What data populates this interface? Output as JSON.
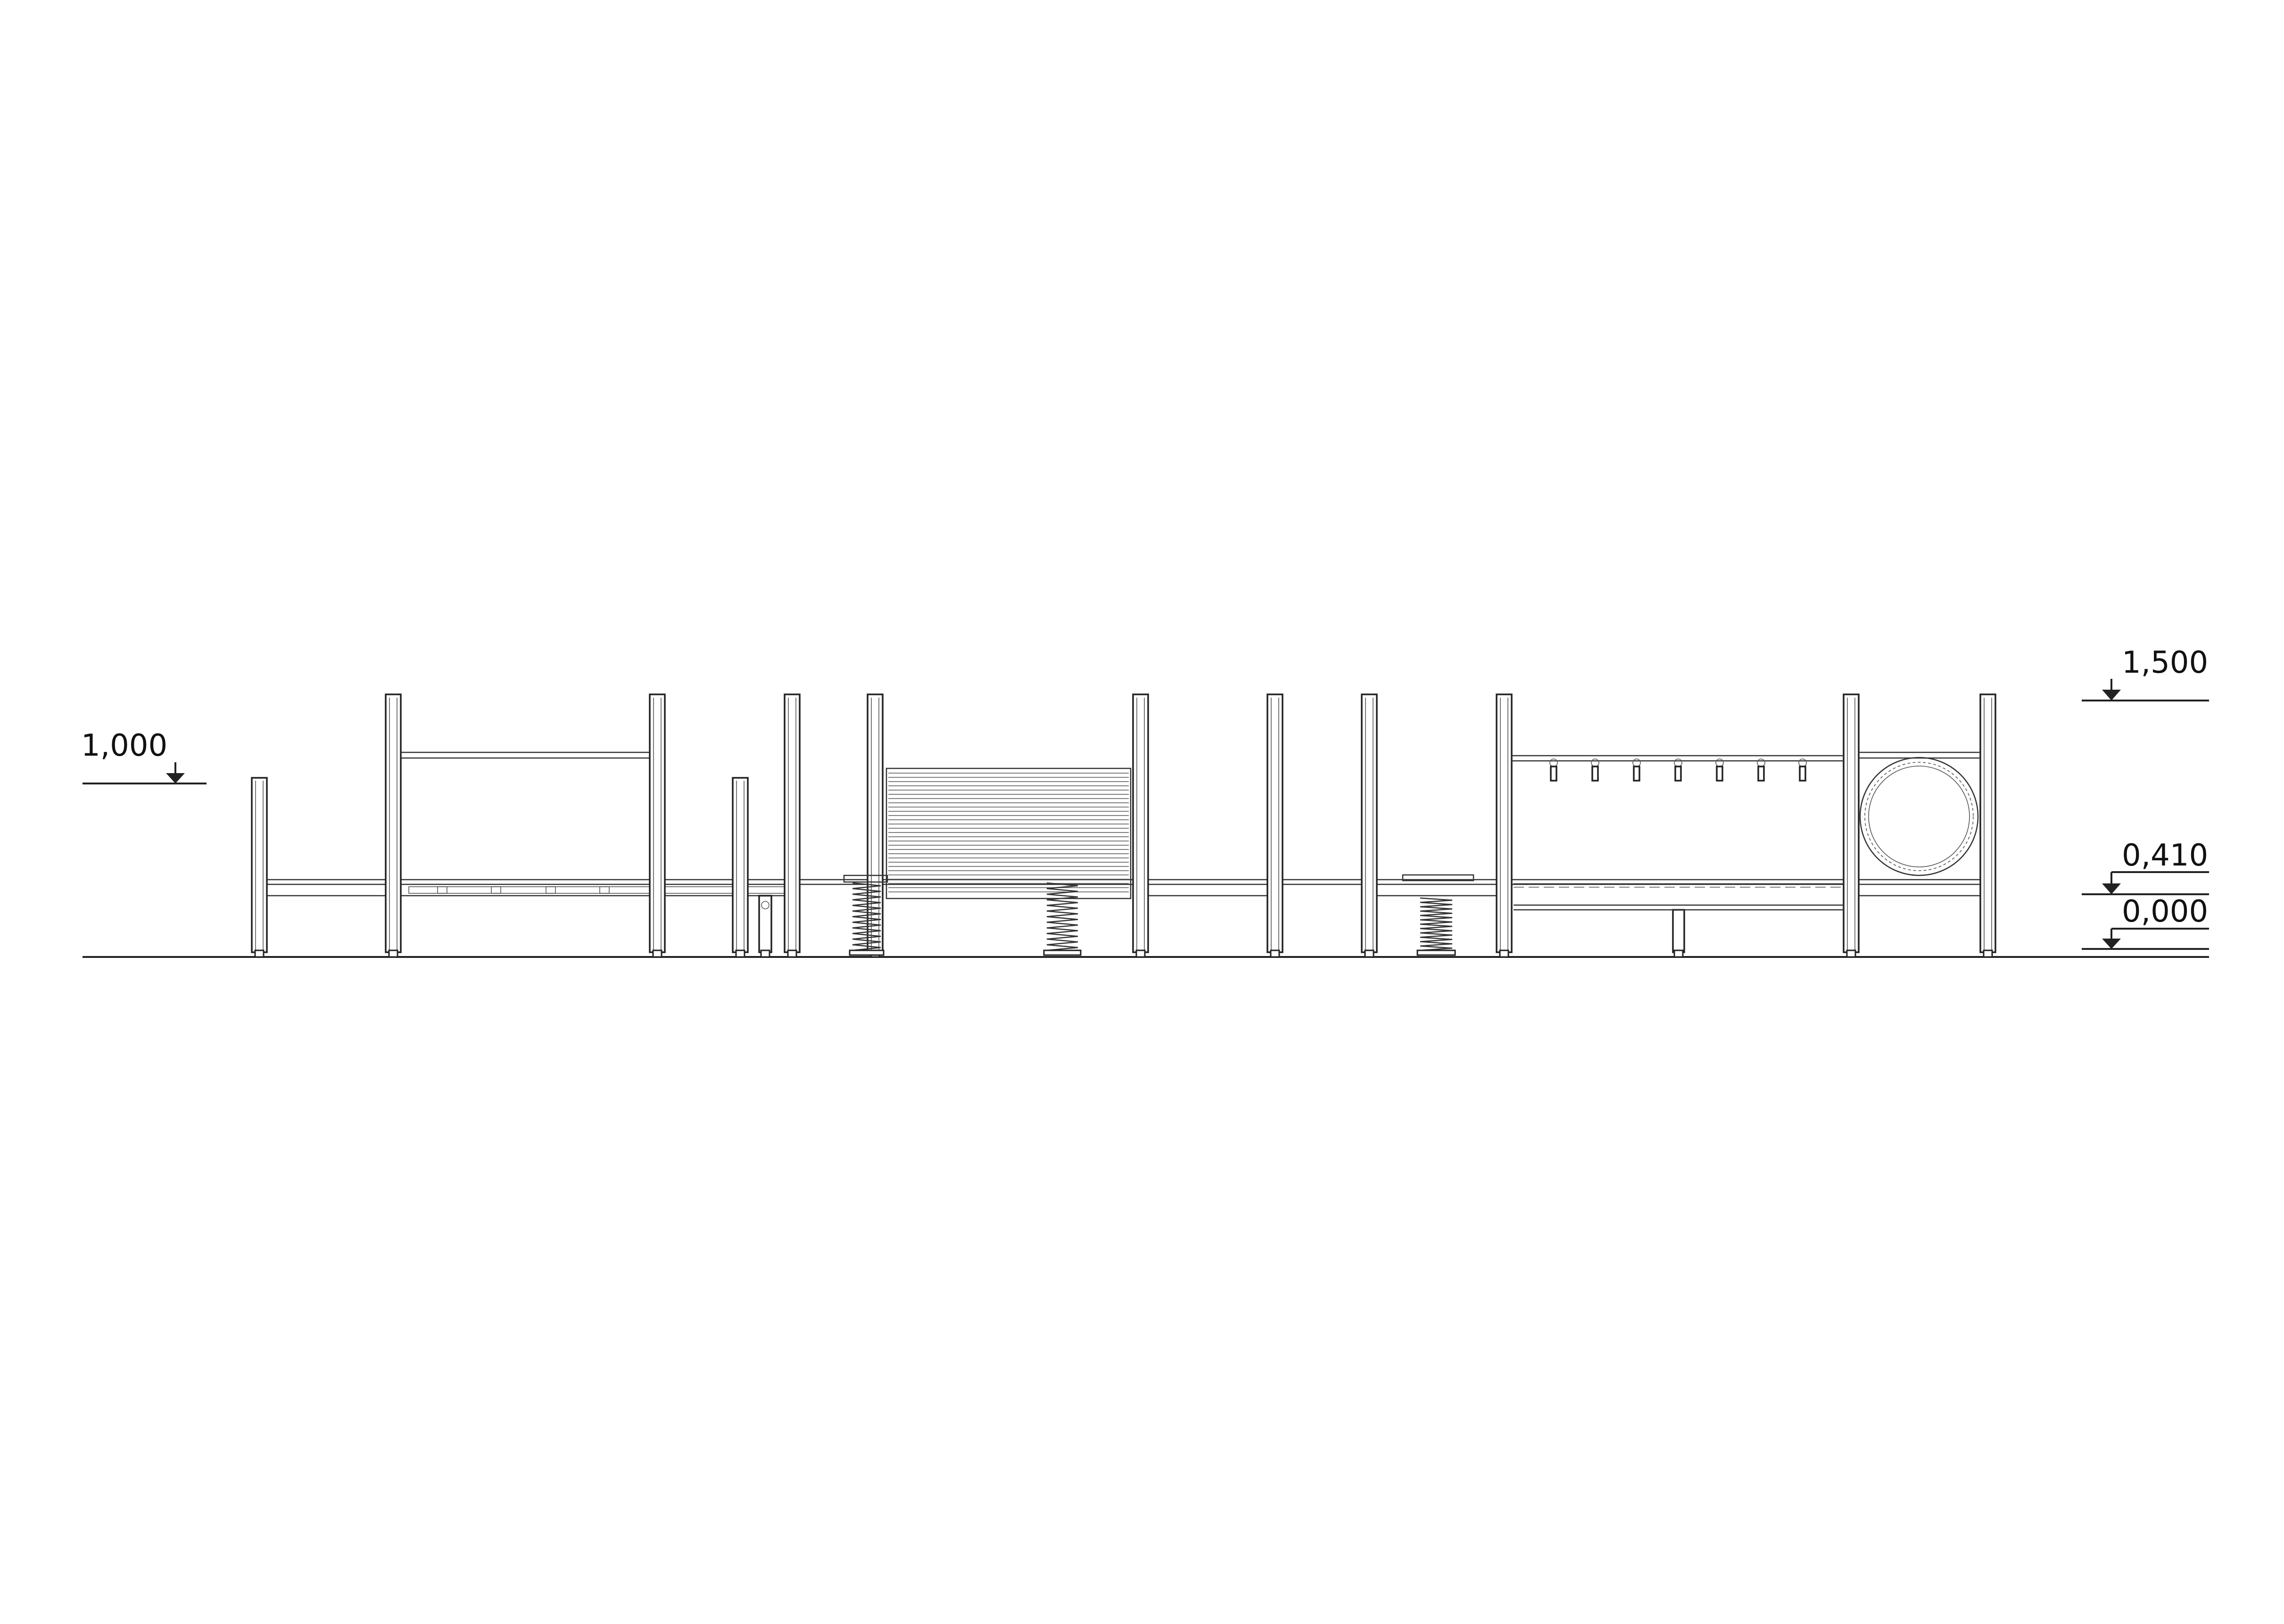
{
  "elevation_marks": {
    "left_1000": "1,000",
    "right_1500": "1,500",
    "right_0410": "0,410",
    "right_0000": "0,000"
  },
  "colors": {
    "line": "#222222",
    "background": "#ffffff"
  }
}
